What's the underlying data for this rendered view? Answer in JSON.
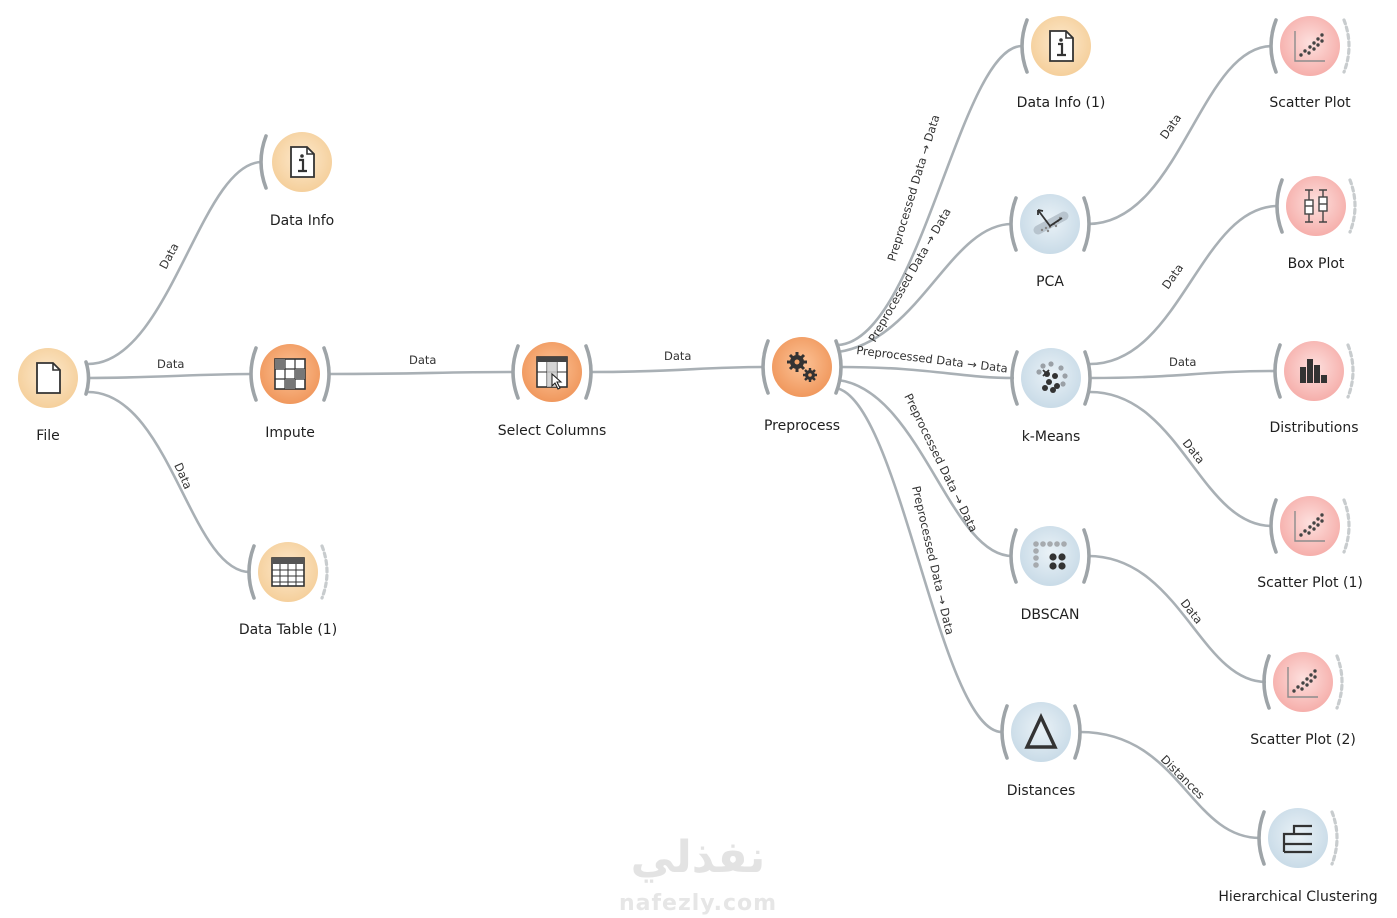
{
  "colors": {
    "data_light": "#fbe3c2",
    "data_dark": "#f0cc98",
    "process_light": "#fbb98a",
    "process_dark": "#ef9a5d",
    "viz_light": "#fcd2cf",
    "viz_dark": "#f6aeab",
    "model_light": "#e2ecf3",
    "model_dark": "#c9dbe7",
    "icon": "#333333",
    "link": "#a9b0b5"
  },
  "nodes": {
    "file": {
      "title": "File",
      "icon": "file-icon",
      "kind": "data"
    },
    "data_info": {
      "title": "Data Info",
      "icon": "info-icon",
      "kind": "data"
    },
    "impute": {
      "title": "Impute",
      "icon": "impute-grid-icon",
      "kind": "process"
    },
    "data_table_1": {
      "title": "Data Table (1)",
      "icon": "table-icon",
      "kind": "data"
    },
    "select_columns": {
      "title": "Select Columns",
      "icon": "select-columns-icon",
      "kind": "process"
    },
    "preprocess": {
      "title": "Preprocess",
      "icon": "gears-icon",
      "kind": "process"
    },
    "data_info_1": {
      "title": "Data Info (1)",
      "icon": "info-icon",
      "kind": "data"
    },
    "pca": {
      "title": "PCA",
      "icon": "pca-icon",
      "kind": "model"
    },
    "kmeans": {
      "title": "k-Means",
      "icon": "kmeans-icon",
      "kind": "model"
    },
    "dbscan": {
      "title": "DBSCAN",
      "icon": "dbscan-icon",
      "kind": "model"
    },
    "distances": {
      "title": "Distances",
      "icon": "triangle-icon",
      "kind": "model"
    },
    "scatter_plot": {
      "title": "Scatter Plot",
      "icon": "scatter-icon",
      "kind": "viz"
    },
    "box_plot": {
      "title": "Box Plot",
      "icon": "boxplot-icon",
      "kind": "viz"
    },
    "distributions": {
      "title": "Distributions",
      "icon": "bars-icon",
      "kind": "viz"
    },
    "scatter_plot_1": {
      "title": "Scatter Plot (1)",
      "icon": "scatter-icon",
      "kind": "viz"
    },
    "scatter_plot_2": {
      "title": "Scatter Plot (2)",
      "icon": "scatter-icon",
      "kind": "viz"
    },
    "hierarchical_clustering": {
      "title": "Hierarchical Clustering",
      "icon": "dendrogram-icon",
      "kind": "model"
    }
  },
  "links": [
    {
      "from": "file",
      "to": "data_info",
      "label": "Data"
    },
    {
      "from": "file",
      "to": "impute",
      "label": "Data"
    },
    {
      "from": "file",
      "to": "data_table_1",
      "label": "Data"
    },
    {
      "from": "impute",
      "to": "select_columns",
      "label": "Data"
    },
    {
      "from": "select_columns",
      "to": "preprocess",
      "label": "Data"
    },
    {
      "from": "preprocess",
      "to": "data_info_1",
      "label": "Preprocessed Data → Data"
    },
    {
      "from": "preprocess",
      "to": "pca",
      "label": "Preprocessed Data → Data"
    },
    {
      "from": "preprocess",
      "to": "kmeans",
      "label": "Preprocessed Data → Data"
    },
    {
      "from": "preprocess",
      "to": "dbscan",
      "label": "Preprocessed Data → Data"
    },
    {
      "from": "preprocess",
      "to": "distances",
      "label": "Preprocessed Data → Data"
    },
    {
      "from": "pca",
      "to": "scatter_plot",
      "label": "Data"
    },
    {
      "from": "kmeans",
      "to": "box_plot",
      "label": "Data"
    },
    {
      "from": "kmeans",
      "to": "distributions",
      "label": "Data"
    },
    {
      "from": "kmeans",
      "to": "scatter_plot_1",
      "label": "Data"
    },
    {
      "from": "dbscan",
      "to": "scatter_plot_2",
      "label": "Data"
    },
    {
      "from": "distances",
      "to": "hierarchical_clustering",
      "label": "Distances"
    }
  ],
  "watermark": {
    "arabic": "نفذلي",
    "latin": "nafezly.com"
  }
}
